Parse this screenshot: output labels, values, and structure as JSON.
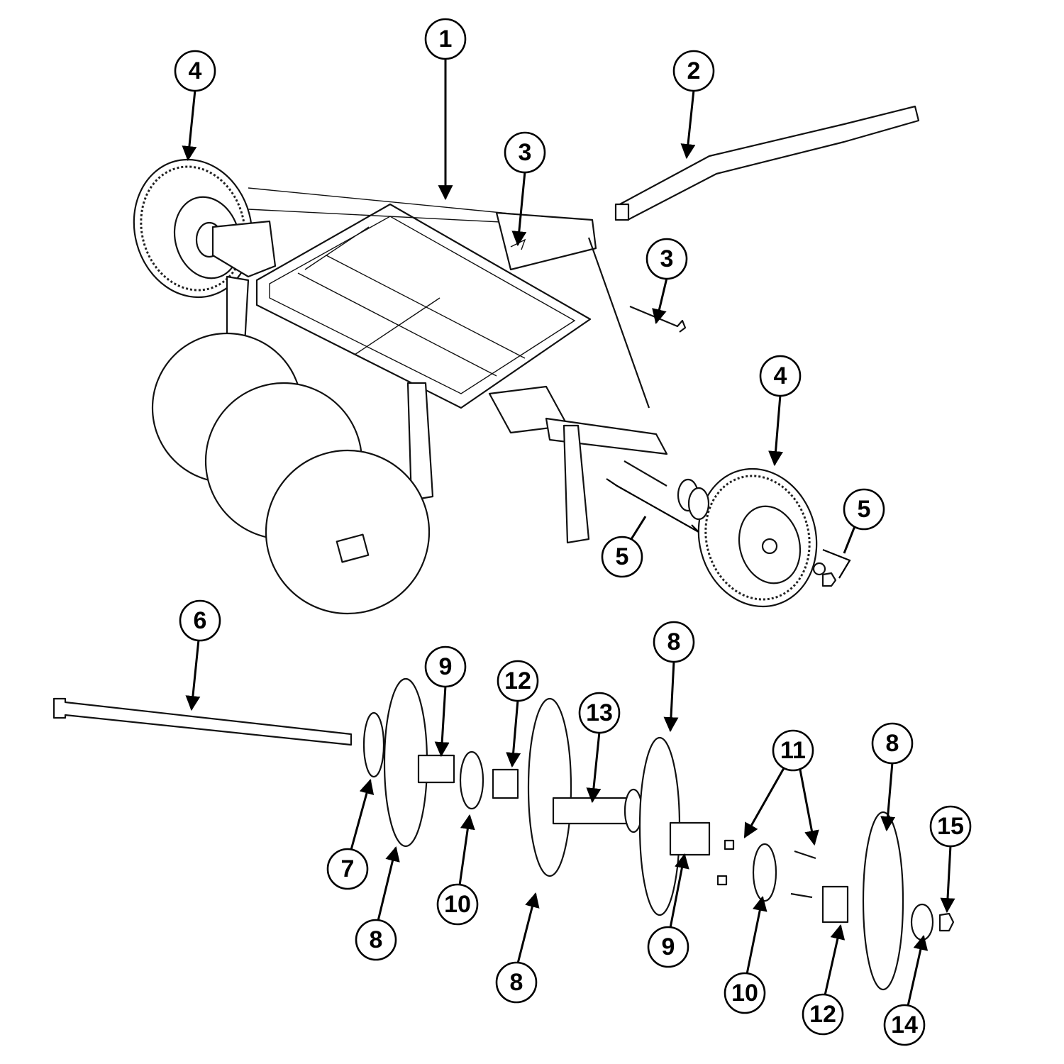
{
  "callouts": {
    "c1": "1",
    "c2": "2",
    "c3a": "3",
    "c3b": "3",
    "c4a": "4",
    "c4b": "4",
    "c5a": "5",
    "c5b": "5",
    "c6": "6",
    "c7": "7",
    "c8a": "8",
    "c8b": "8",
    "c8c": "8",
    "c8d": "8",
    "c9a": "9",
    "c9b": "9",
    "c10a": "10",
    "c10b": "10",
    "c11": "11",
    "c12a": "12",
    "c12b": "12",
    "c13": "13",
    "c14": "14",
    "c15": "15"
  }
}
